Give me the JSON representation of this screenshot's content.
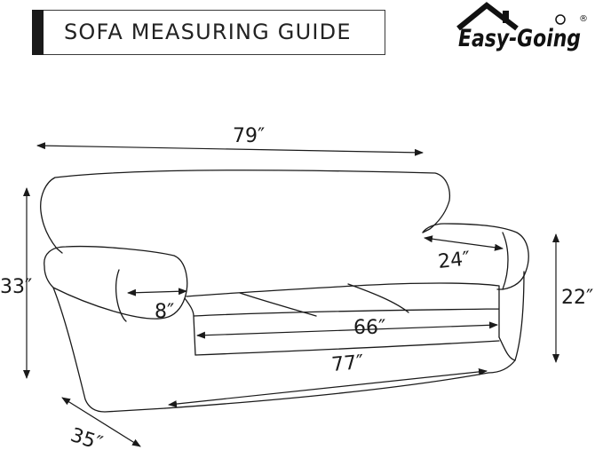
{
  "header": {
    "title": "SOFA MEASURING GUIDE"
  },
  "brand": {
    "name": "Easy-Going",
    "mark": "®"
  },
  "dimensions": {
    "top_width": "79″",
    "height": "33″",
    "arm_width": "8″",
    "arm_depth": "24″",
    "arm_height": "22″",
    "seat_width": "66″",
    "base_width": "77″",
    "depth": "35″"
  },
  "colors": {
    "line": "#1a1a1a",
    "background": "#ffffff"
  }
}
